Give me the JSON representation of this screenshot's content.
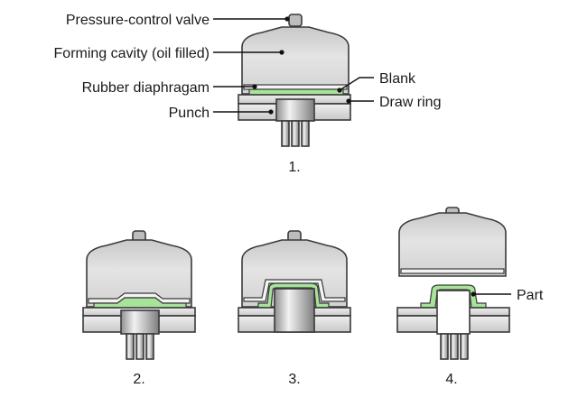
{
  "labels": {
    "pressure_valve": "Pressure-control valve",
    "forming_cavity": "Forming cavity (oil filled)",
    "diaphragm": "Rubber diaphragam",
    "punch": "Punch",
    "blank": "Blank",
    "draw_ring": "Draw ring",
    "part": "Part"
  },
  "steps": [
    "1.",
    "2.",
    "3.",
    "4."
  ],
  "colors": {
    "cavity_fill": "#d9d9d9",
    "cavity_light": "#efefef",
    "blank_green": "#a8e39a",
    "metal_light": "#e6e6e6",
    "metal_dark": "#8a8a8a",
    "outline": "#3a3a3a"
  }
}
